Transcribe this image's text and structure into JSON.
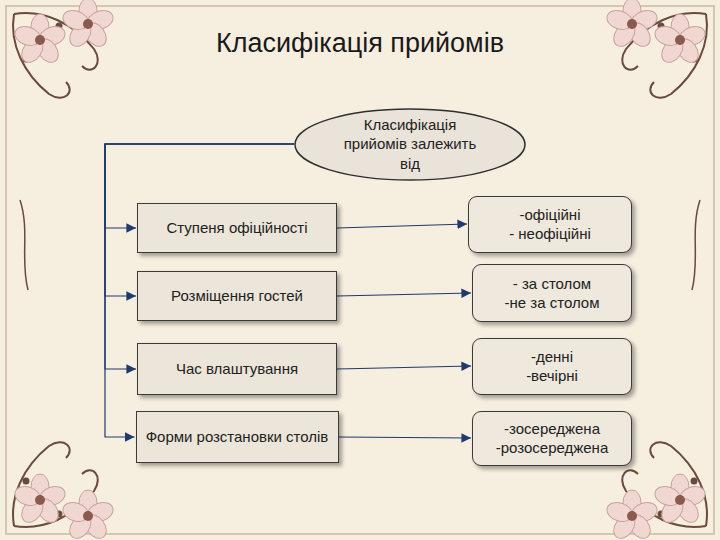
{
  "diagram": {
    "title": "Класифікація прийомів",
    "nodes": [
      {
        "text": [
          "Класифікація прийомів залежить від"
        ]
      },
      {
        "text": [
          "Ступеня офіційності"
        ]
      },
      {
        "text": [
          "Розміщення гостей"
        ]
      },
      {
        "text": [
          "Час влаштування"
        ]
      },
      {
        "text": [
          "Форми розстановки столів"
        ]
      },
      {
        "text": [
          "-офіційні",
          "- неофіційні"
        ]
      },
      {
        "text": [
          "- за столом",
          "-не за столом"
        ]
      },
      {
        "text": [
          "-денні",
          "-вечірні"
        ]
      },
      {
        "text": [
          "-зосереджена",
          "-розосереджена"
        ]
      }
    ],
    "edges": [
      {
        "from": 0,
        "to": 1,
        "arrow": "to"
      },
      {
        "from": 0,
        "to": 2,
        "arrow": "to"
      },
      {
        "from": 0,
        "to": 3,
        "arrow": "to"
      },
      {
        "from": 0,
        "to": 4,
        "arrow": "to"
      },
      {
        "from": 1,
        "to": 5,
        "arrow": "to"
      },
      {
        "from": 2,
        "to": 6,
        "arrow": "to"
      },
      {
        "from": 3,
        "to": 7,
        "arrow": "to"
      },
      {
        "from": 4,
        "to": 8,
        "arrow": "to"
      }
    ]
  }
}
